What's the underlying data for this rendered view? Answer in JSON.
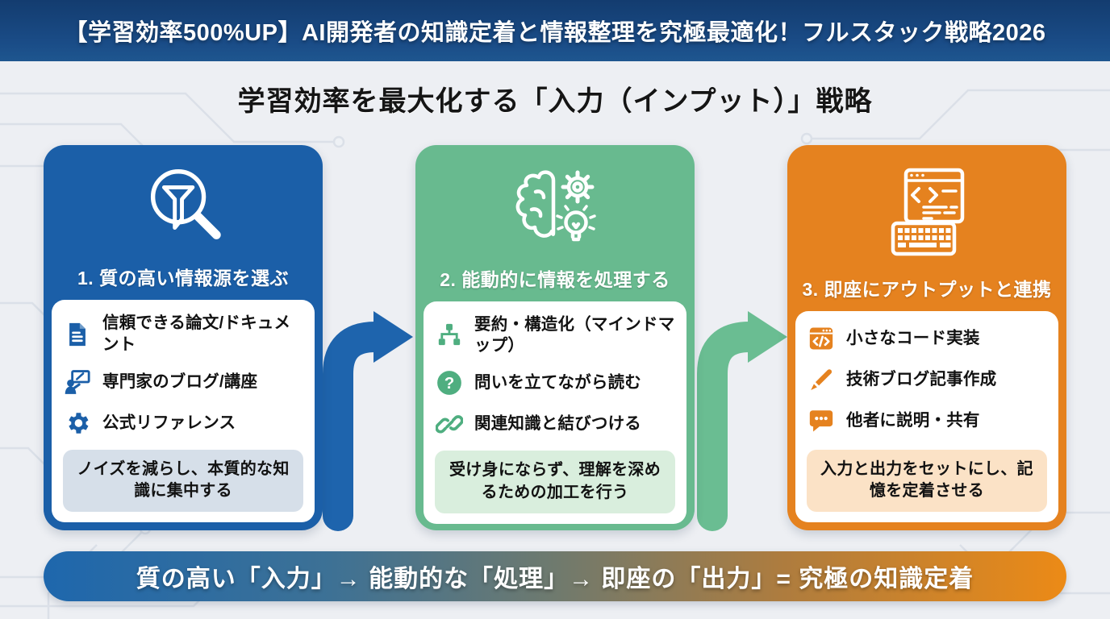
{
  "banner": {
    "text": "【学習効率500%UP】AI開発者の知識定着と情報整理を究極最適化！フルスタック戦略2026"
  },
  "title": "学習効率を最大化する「入力（インプット）」戦略",
  "cards": [
    {
      "accent_color": "#1b5fa8",
      "note_color": "#d6dfe9",
      "header_icon": "funnel-magnifier-icon",
      "heading": "1. 質の高い情報源を選ぶ",
      "items": [
        {
          "icon": "document-icon",
          "text": "信頼できる論文/ドキュメント"
        },
        {
          "icon": "instructor-icon",
          "text": "専門家のブログ/講座"
        },
        {
          "icon": "gear-icon",
          "text": "公式リファレンス"
        }
      ],
      "note": "ノイズを減らし、本質的な知識に集中する"
    },
    {
      "accent_color": "#68ba8f",
      "note_color": "#d9eedd",
      "header_icon": "brain-gear-bulb-icon",
      "heading": "2. 能動的に情報を処理する",
      "items": [
        {
          "icon": "sitemap-icon",
          "text": "要約・構造化（マインドマップ）"
        },
        {
          "icon": "question-icon",
          "text": "問いを立てながら読む"
        },
        {
          "icon": "link-icon",
          "text": "関連知識と結びつける"
        }
      ],
      "note": "受け身にならず、理解を深めるための加工を行う"
    },
    {
      "accent_color": "#e5821f",
      "note_color": "#fbe2c6",
      "header_icon": "code-keyboard-icon",
      "heading": "3. 即座にアウトプットと連携",
      "items": [
        {
          "icon": "code-window-icon",
          "text": "小さなコード実装"
        },
        {
          "icon": "pencil-icon",
          "text": "技術ブログ記事作成"
        },
        {
          "icon": "chat-icon",
          "text": "他者に説明・共有"
        }
      ],
      "note": "入力と出力をセットにし、記憶を定着させる"
    }
  ],
  "footer": {
    "text": "質の高い「入力」→ 能動的な「処理」→ 即座の「出力」= 究極の知識定着"
  }
}
